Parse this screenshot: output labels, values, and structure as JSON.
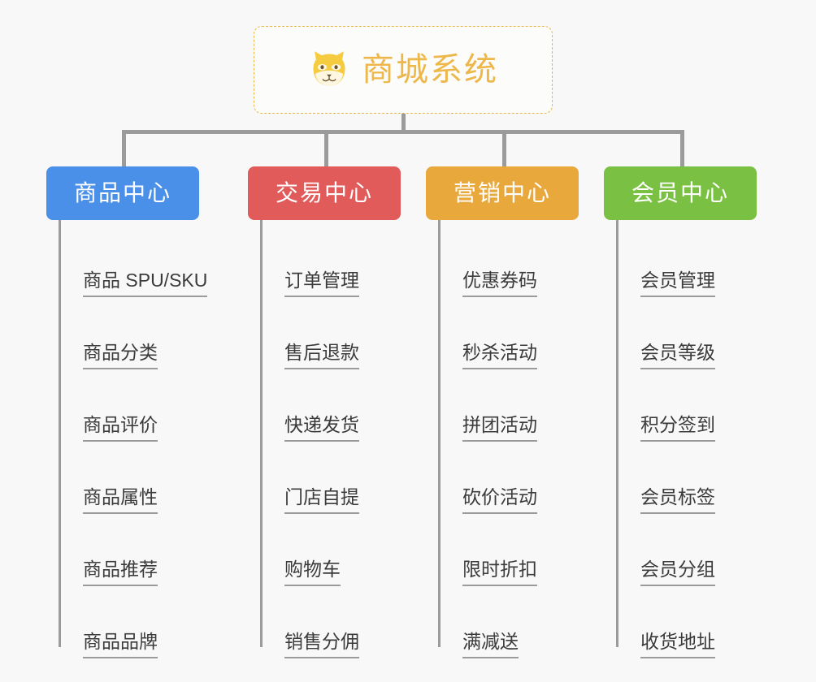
{
  "page": {
    "background_color": "#f8f8f8",
    "line_color": "#9b9b9b"
  },
  "root": {
    "title": "商城系统",
    "emoji_name": "shiba-dog-face-emoji",
    "text_color": "#edb74a",
    "border_color": "#eab648"
  },
  "categories": [
    {
      "label": "商品中心",
      "color": "#4a90e8",
      "items": [
        "商品 SPU/SKU",
        "商品分类",
        "商品评价",
        "商品属性",
        "商品推荐",
        "商品品牌"
      ]
    },
    {
      "label": "交易中心",
      "color": "#e15b5b",
      "items": [
        "订单管理",
        "售后退款",
        "快递发货",
        "门店自提",
        "购物车",
        "销售分佣"
      ]
    },
    {
      "label": "营销中心",
      "color": "#e9a83c",
      "items": [
        "优惠券码",
        "秒杀活动",
        "拼团活动",
        "砍价活动",
        "限时折扣",
        "满减送"
      ]
    },
    {
      "label": "会员中心",
      "color": "#7ac143",
      "items": [
        "会员管理",
        "会员等级",
        "积分签到",
        "会员标签",
        "会员分组",
        "收货地址"
      ]
    }
  ]
}
